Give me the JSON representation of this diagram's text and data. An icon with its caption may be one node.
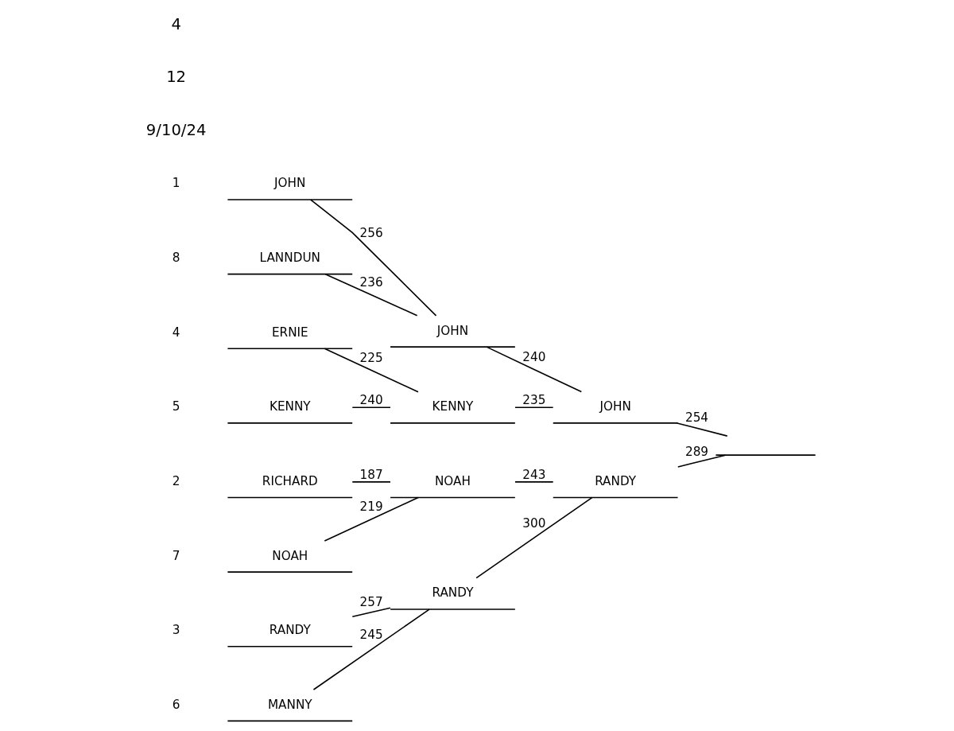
{
  "diagram": {
    "nodes": [
      {
        "text": [
          "JOHN"
        ],
        "beside": [
          "1"
        ]
      },
      {
        "text": [
          "LANNDUN"
        ],
        "beside": [
          "8"
        ]
      },
      {
        "text": [
          "ERNIE"
        ],
        "beside": [
          "4"
        ]
      },
      {
        "text": [
          "KENNY"
        ],
        "beside": [
          "5"
        ]
      },
      {
        "text": [
          "RICHARD"
        ],
        "beside": [
          "2"
        ]
      },
      {
        "text": [
          "NOAH"
        ],
        "beside": [
          "7"
        ]
      },
      {
        "text": [
          "RANDY"
        ],
        "beside": [
          "3"
        ]
      },
      {
        "text": [
          "MANNY"
        ],
        "beside": [
          "6"
        ]
      },
      {
        "text": [
          "JOHN"
        ]
      },
      {
        "text": [
          "KENNY"
        ]
      },
      {
        "text": [
          "NOAH"
        ]
      },
      {
        "text": [
          "RANDY"
        ]
      },
      {
        "text": [
          "JOHN"
        ]
      },
      {
        "text": [
          "RANDY"
        ]
      },
      {
        "text": [],
        "shape": "bar"
      }
    ],
    "edges": [
      {
        "from": 0,
        "to": 8,
        "arrow": "none",
        "label": "256"
      },
      {
        "from": 1,
        "to": 8,
        "arrow": "none",
        "label": "236"
      },
      {
        "from": 2,
        "to": 9,
        "arrow": "none",
        "label": "225"
      },
      {
        "from": 3,
        "to": 9,
        "arrow": "none",
        "label": "240"
      },
      {
        "from": 4,
        "to": 10,
        "arrow": "none",
        "label": "187"
      },
      {
        "from": 5,
        "to": 10,
        "arrow": "none",
        "label": "219"
      },
      {
        "from": 6,
        "to": 11,
        "arrow": "none",
        "label": "257"
      },
      {
        "from": 7,
        "to": 11,
        "arrow": "none",
        "label": "245"
      },
      {
        "from": 8,
        "to": 12,
        "arrow": "none",
        "label": "240"
      },
      {
        "from": 9,
        "to": 12,
        "arrow": "none",
        "label": "235"
      },
      {
        "from": 10,
        "to": 13,
        "arrow": "none",
        "label": "243"
      },
      {
        "from": 11,
        "to": 13,
        "arrow": "none",
        "label": "300"
      },
      {
        "from": 12,
        "to": 14,
        "arrow": "none",
        "label": "254"
      },
      {
        "from": 13,
        "to": 14,
        "arrow": "none",
        "label": "289"
      }
    ],
    "labels": [
      "9/10/24",
      "12",
      "4"
    ]
  }
}
